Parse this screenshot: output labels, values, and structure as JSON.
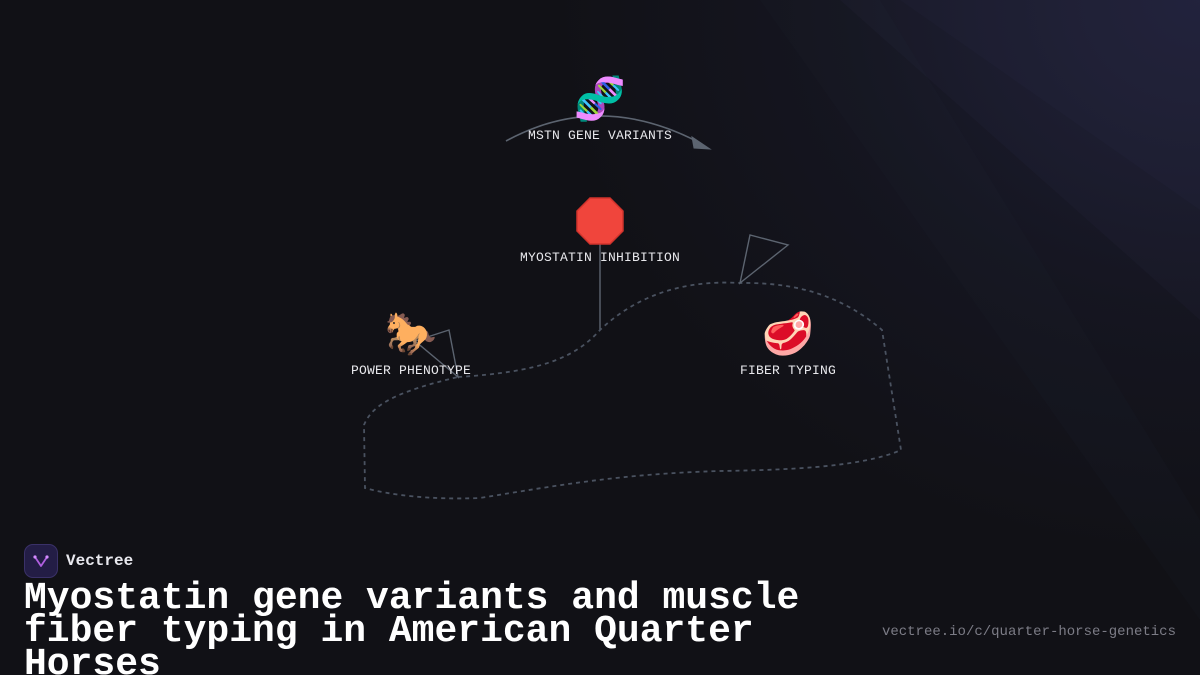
{
  "diagram": {
    "nodes": [
      {
        "id": "mstn",
        "emoji": "🧬",
        "label": "MSTN GENE VARIANTS"
      },
      {
        "id": "myostatin",
        "emoji": "🛑",
        "label": "MYOSTATIN INHIBITION"
      },
      {
        "id": "power",
        "emoji": "🐎",
        "label": "POWER PHENOTYPE"
      },
      {
        "id": "fiber",
        "emoji": "🥩",
        "label": "FIBER TYPING"
      }
    ]
  },
  "brand": {
    "name": "Vectree"
  },
  "headline": "Myostatin gene variants and muscle fiber typing in American Quarter Horses",
  "url": "vectree.io/c/quarter-horse-genetics",
  "colors": {
    "background": "#111116",
    "connector": "#5c6470",
    "dashed": "#4a5260",
    "stop_red": "#f0453c",
    "brand_accent": "#b05fe0"
  }
}
